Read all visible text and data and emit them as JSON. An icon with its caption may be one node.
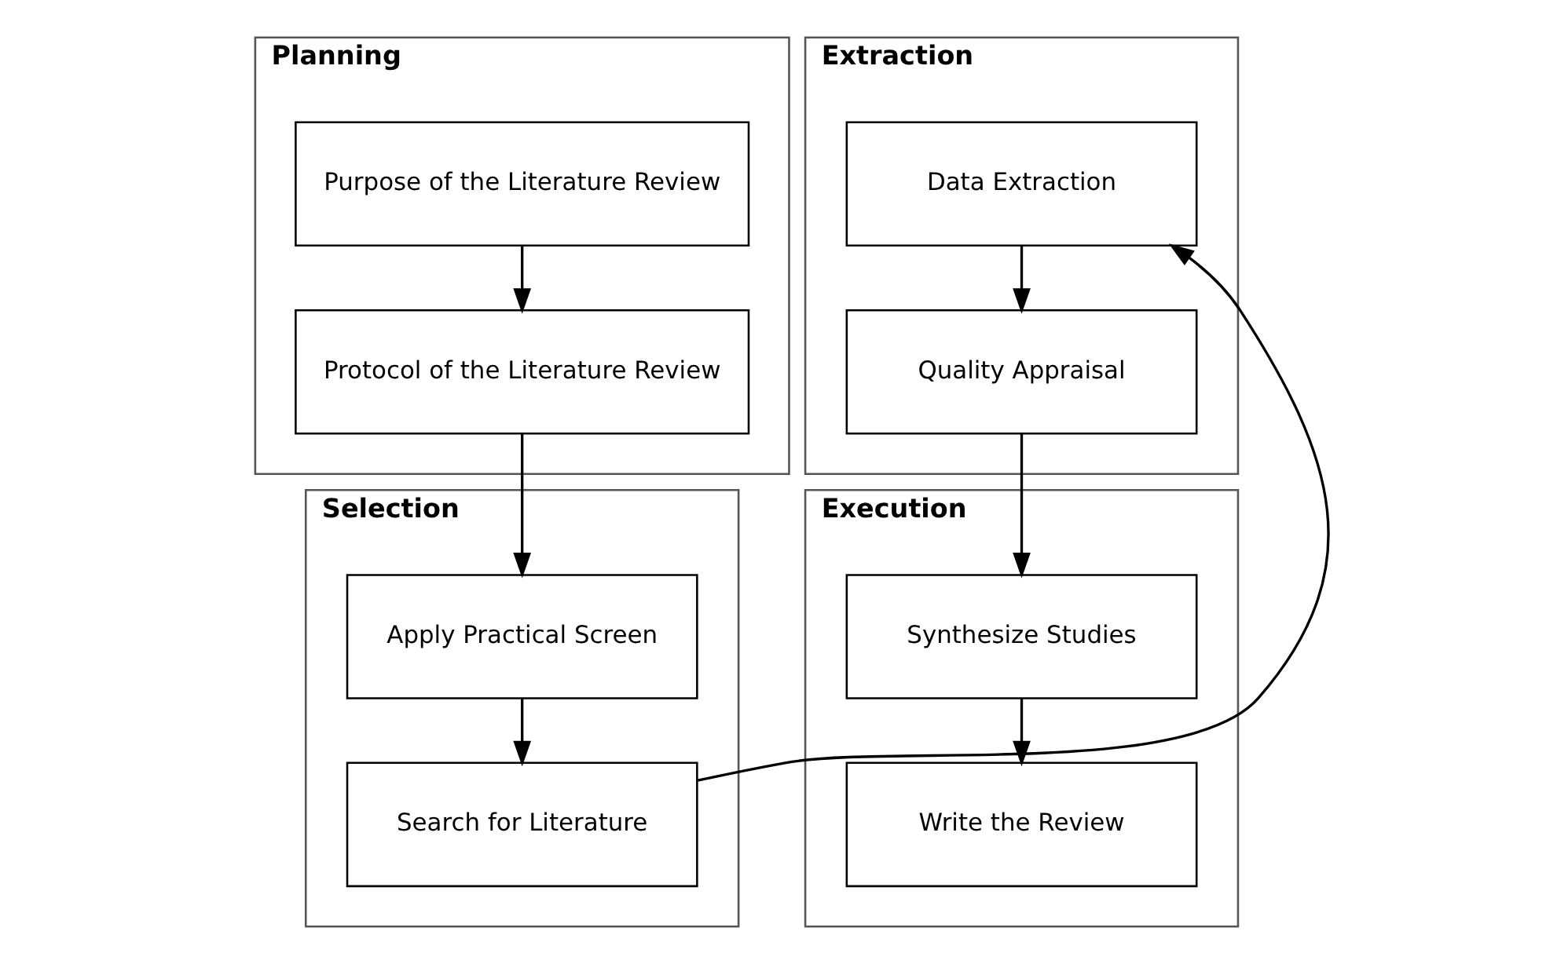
{
  "diagram": {
    "nodes": [
      {
        "text": [
          "Planning"
        ]
      },
      {
        "text": [
          "Purpose of the Literature Review"
        ],
        "in": 0
      },
      {
        "text": [
          "Protocol of the Literature Review"
        ],
        "in": 0
      },
      {
        "text": [
          "Selection"
        ]
      },
      {
        "text": [
          "Apply Practical Screen"
        ],
        "in": 3
      },
      {
        "text": [
          "Search for Literature"
        ],
        "in": 3
      },
      {
        "text": [
          "Extraction"
        ]
      },
      {
        "text": [
          "Data Extraction"
        ],
        "in": 6
      },
      {
        "text": [
          "Quality Appraisal"
        ],
        "in": 6
      },
      {
        "text": [
          "Execution"
        ]
      },
      {
        "text": [
          "Synthesize Studies"
        ],
        "in": 9
      },
      {
        "text": [
          "Write the Review"
        ],
        "in": 9
      }
    ],
    "edges": [
      {
        "from": 1,
        "to": 2,
        "arrow": "to"
      },
      {
        "from": 2,
        "to": 4,
        "arrow": "to"
      },
      {
        "from": 4,
        "to": 5,
        "arrow": "to"
      },
      {
        "from": 5,
        "to": 7,
        "arrow": "to"
      },
      {
        "from": 7,
        "to": 8,
        "arrow": "to"
      },
      {
        "from": 8,
        "to": 10,
        "arrow": "to"
      },
      {
        "from": 10,
        "to": 11,
        "arrow": "to"
      }
    ]
  }
}
